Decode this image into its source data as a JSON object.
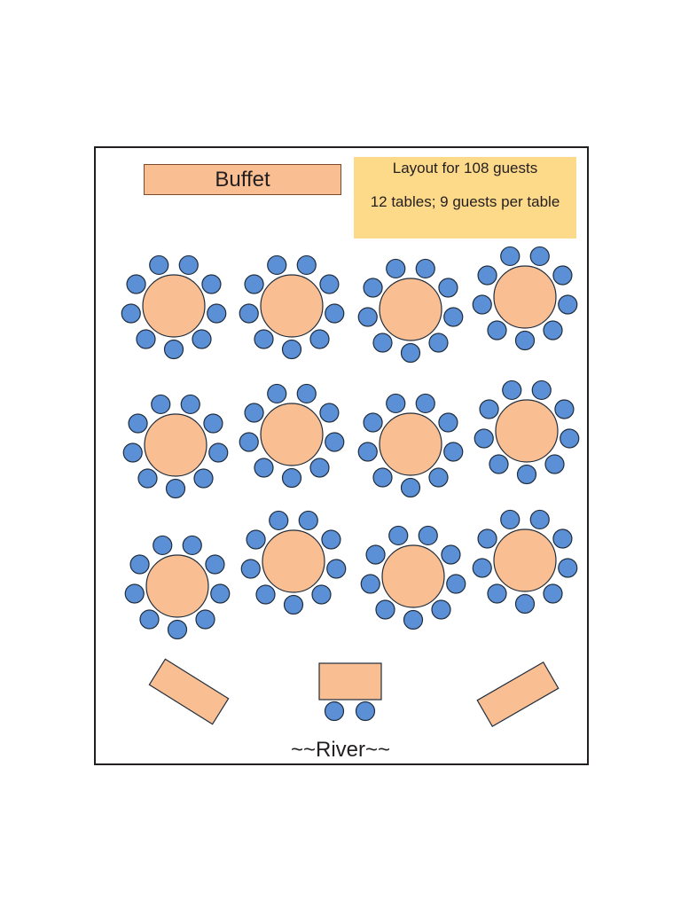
{
  "buffet_label": "Buffet",
  "info": {
    "line1": "Layout for 108 guests",
    "line2": "12 tables; 9 guests per table"
  },
  "river_label": "~~River~~",
  "tables_count": 12,
  "guests_per_table": 9,
  "colors": {
    "table_fill": "#f9bf92",
    "chair_fill": "#5b8fd6",
    "outline": "#1f2d3d",
    "info_fill": "#fdd98a"
  }
}
